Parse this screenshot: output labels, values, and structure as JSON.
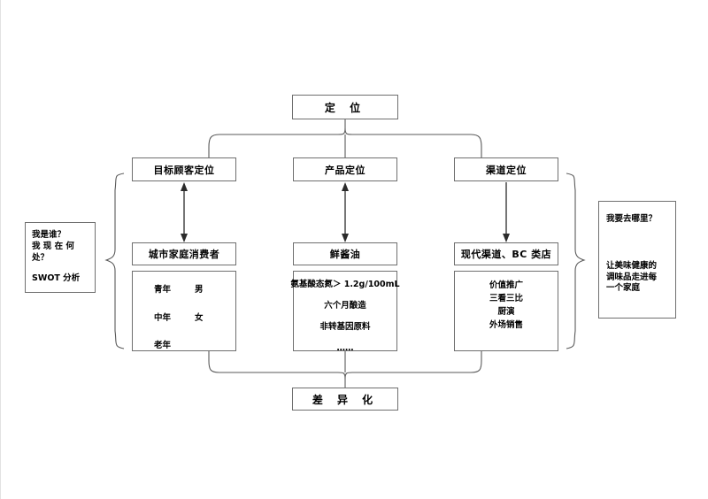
{
  "diagram": {
    "title_box": {
      "label": "定  位"
    },
    "bottom_box": {
      "label": "差  异  化"
    },
    "left_note": {
      "line1": "我是谁？",
      "line2": "我 现 在 何",
      "line3": "处？",
      "line4": "SWOT 分析"
    },
    "right_note": {
      "question": "我要去哪里？",
      "vision_line1": "让美味健康的",
      "vision_line2": "调味品走进每",
      "vision_line3": "一个家庭"
    },
    "columns": [
      {
        "id": "target-customer",
        "header": "目标顾客定位",
        "subject": "城市家庭消费者",
        "arrow": "double",
        "details_pairs": [
          {
            "a": "青年",
            "b": "男"
          },
          {
            "a": "中年",
            "b": "女"
          },
          {
            "a": "老年",
            "b": ""
          }
        ],
        "details": []
      },
      {
        "id": "product",
        "header": "产品定位",
        "subject": "鲜酱油",
        "arrow": "double",
        "details_pairs": [],
        "details": [
          "氨基酸态氮＞ 1.2g/100mL",
          "六个月酿造",
          "非转基因原料",
          "……"
        ]
      },
      {
        "id": "channel",
        "header": "渠道定位",
        "subject": "现代渠道、BC 类店",
        "arrow": "down",
        "details_pairs": [],
        "details": [
          "价值推广",
          "三看三比",
          "厨演",
          "外场销售"
        ]
      }
    ]
  },
  "colors": {
    "box_border": "#6f6f6f",
    "connector": "#5a5a5a",
    "arrow": "#2b2b2b",
    "background": "#ffffff",
    "text": "#000000"
  }
}
